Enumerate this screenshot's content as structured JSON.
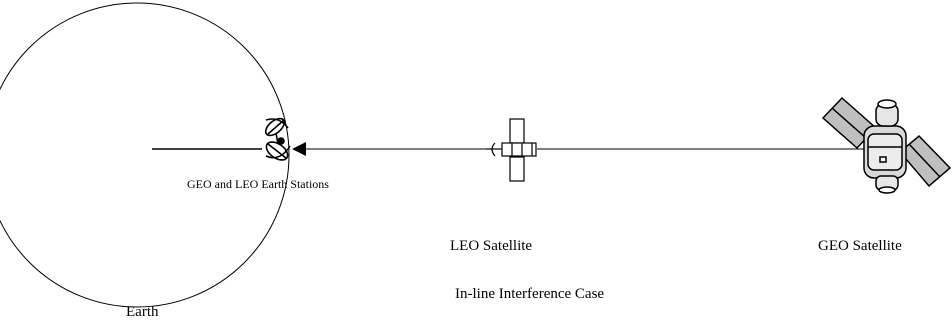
{
  "diagram": {
    "title": "In-line Interference Case",
    "labels": {
      "earth": "Earth",
      "earth_stations": "GEO and LEO Earth Stations",
      "leo_satellite": "LEO Satellite",
      "geo_satellite": "GEO Satellite"
    },
    "icons": {
      "earth": "earth-circle",
      "earth_stations": "dish-antenna-icon",
      "leo_satellite": "leo-satellite-icon",
      "geo_satellite": "geo-satellite-icon"
    },
    "colors": {
      "line": "#000000",
      "geo_body": "#d9d9d9",
      "geo_panel": "#bfbfbf",
      "background": "#ffffff"
    }
  }
}
